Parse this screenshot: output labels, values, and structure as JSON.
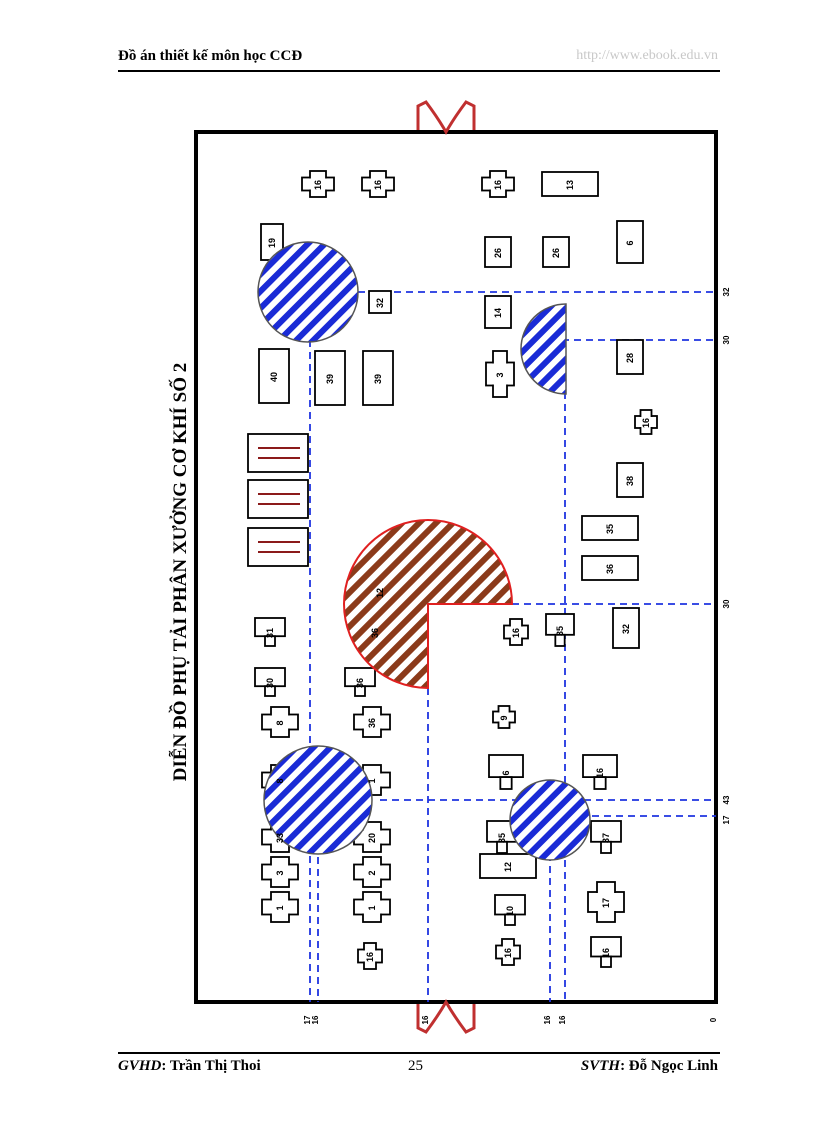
{
  "header": {
    "title": "Đồ án thiết kế môn học CCĐ",
    "url": "http://www.ebook.edu.vn"
  },
  "drawing": {
    "title": "DIỄN ĐỒ PHỤ TẢI PHÂN XƯỞNG CƠ KHÍ SỐ 2",
    "colors": {
      "blue_hatch": "#1a2bd6",
      "brown_hatch": "#8b3a1a",
      "red_outline": "#e02020",
      "dash_line": "#1f34e0"
    },
    "machine_labels": [
      "16",
      "16",
      "16",
      "13",
      "19",
      "26",
      "26",
      "6",
      "32",
      "14",
      "3",
      "40",
      "39",
      "39",
      "28",
      "16",
      "38",
      "35",
      "36",
      "32",
      "31",
      "30",
      "36",
      "8",
      "36",
      "9",
      "8",
      "1",
      "6",
      "16",
      "33",
      "20",
      "35",
      "37",
      "3",
      "2",
      "12",
      "1",
      "1",
      "16",
      "10",
      "16",
      "17",
      "16",
      "16",
      "35",
      "12",
      "36"
    ],
    "bottom_labels": [
      "17",
      "16",
      "16",
      "16",
      "16",
      "0"
    ],
    "right_labels": [
      "32",
      "30",
      "30",
      "43",
      "17"
    ]
  },
  "footer": {
    "gvhd_label": "GVHD",
    "gvhd_name": ": Trần Thị Thoi",
    "page_number": "25",
    "svth_label": "SVTH",
    "svth_name": ": Đỗ Ngọc Linh"
  }
}
